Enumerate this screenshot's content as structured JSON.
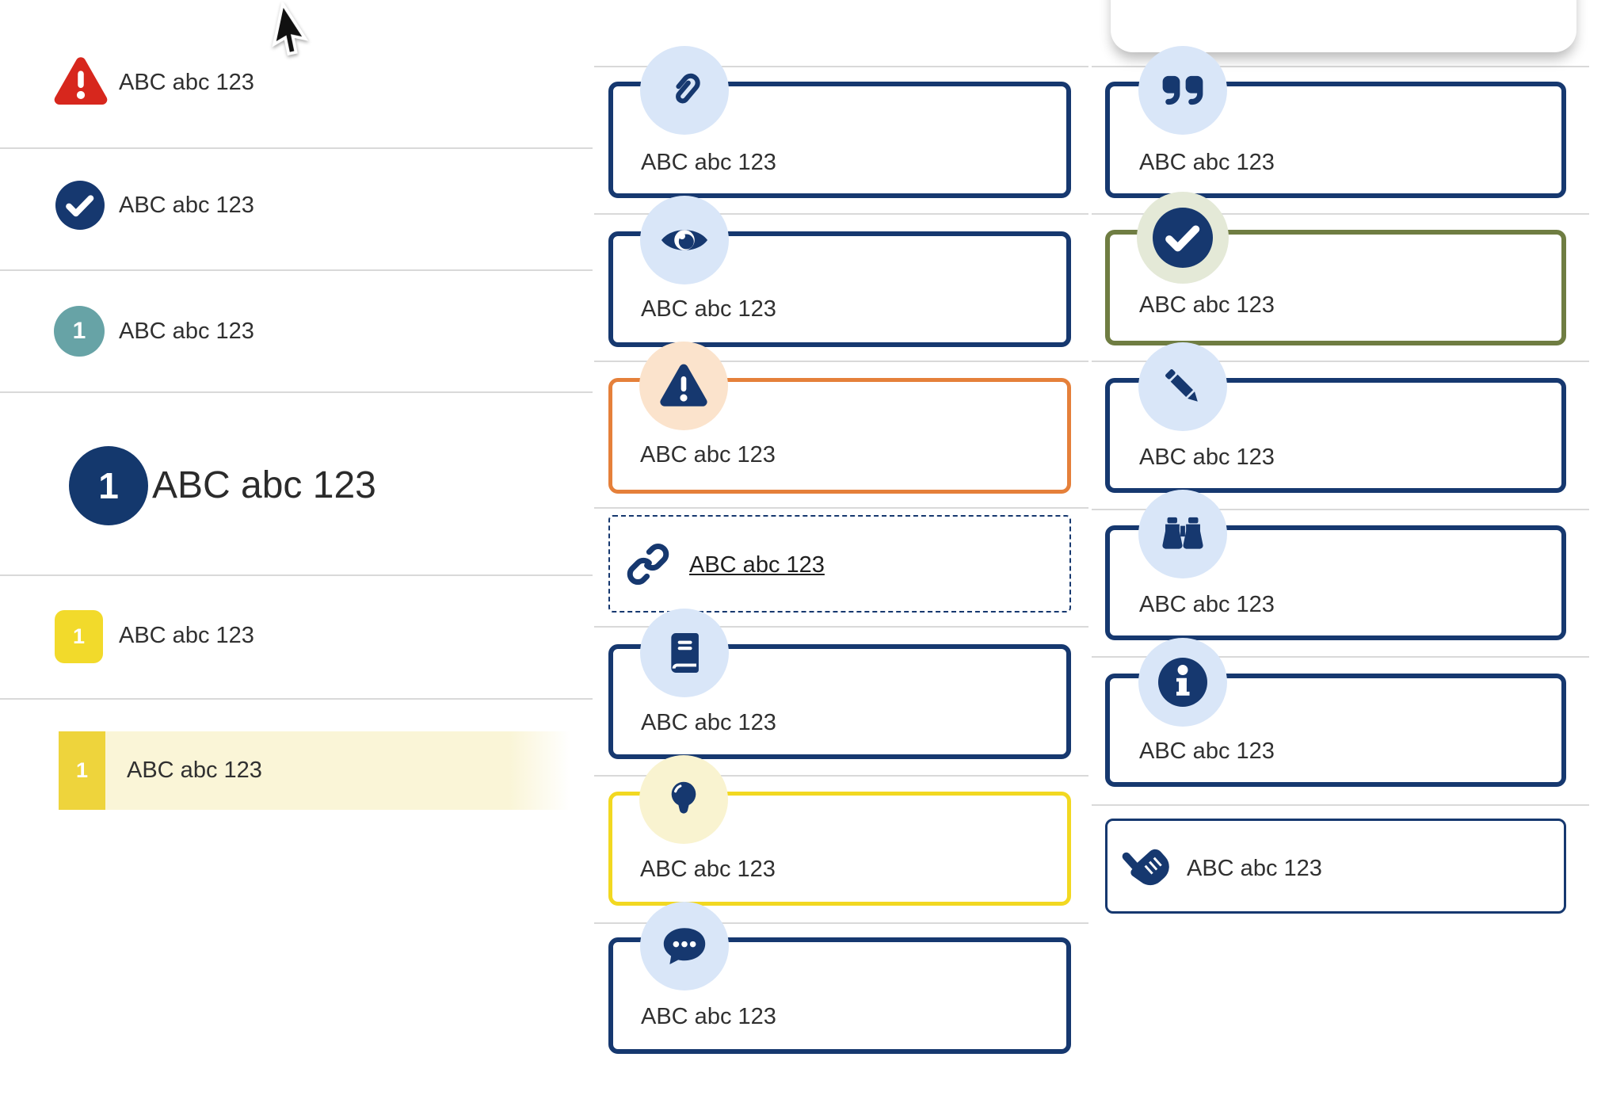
{
  "accent_colors": {
    "navy": "#16386f",
    "light_blue": "#d9e6f8",
    "red": "#d7271d",
    "teal": "#67a3a6",
    "yellow": "#f2d821",
    "yellow_badge": "#eed43c",
    "cream_highlight": "#faf5d7",
    "orange": "#e5803a",
    "pale_orange": "#fbe3cc",
    "pale_yellow": "#f9f3d0",
    "olive": "#6f7d42",
    "pale_green": "#e4e9d7",
    "text": "#303030",
    "divider": "#d9d9d9"
  },
  "left_list": {
    "items": [
      {
        "icon": "warning-triangle-icon",
        "label": "ABC abc 123"
      },
      {
        "icon": "check-circle-icon",
        "label": "ABC abc 123"
      },
      {
        "icon": "teal-number-badge",
        "badge": "1",
        "label": "ABC abc 123"
      },
      {
        "icon": "large-number-badge",
        "badge": "1",
        "label": "ABC abc 123"
      },
      {
        "icon": "yellow-number-badge",
        "badge": "1",
        "label": "ABC abc 123"
      },
      {
        "icon": "yellow-number-badge",
        "badge": "1",
        "label": "ABC abc 123",
        "highlighted": true
      }
    ]
  },
  "middle_callouts": [
    {
      "icon": "paperclip-icon",
      "variant": "navy",
      "label": "ABC abc 123"
    },
    {
      "icon": "eye-icon",
      "variant": "navy",
      "label": "ABC abc 123"
    },
    {
      "icon": "warning-triangle-icon",
      "variant": "orange",
      "label": "ABC abc 123"
    },
    {
      "icon": "link-icon",
      "variant": "dashed",
      "label": "ABC abc 123"
    },
    {
      "icon": "book-icon",
      "variant": "navy",
      "label": "ABC abc 123"
    },
    {
      "icon": "lightbulb-icon",
      "variant": "yellow",
      "label": "ABC abc 123"
    },
    {
      "icon": "chat-icon",
      "variant": "navy",
      "label": "ABC abc 123"
    }
  ],
  "right_callouts": [
    {
      "icon": "quote-icon",
      "variant": "navy",
      "label": "ABC abc 123"
    },
    {
      "icon": "check-circle-icon",
      "variant": "olive",
      "label": "ABC abc 123"
    },
    {
      "icon": "pencil-icon",
      "variant": "navy",
      "label": "ABC abc 123"
    },
    {
      "icon": "binoculars-icon",
      "variant": "navy",
      "label": "ABC abc 123"
    },
    {
      "icon": "info-icon",
      "variant": "navy",
      "label": "ABC abc 123"
    },
    {
      "icon": "hand-pointer-icon",
      "variant": "thin",
      "label": "ABC abc 123"
    }
  ]
}
